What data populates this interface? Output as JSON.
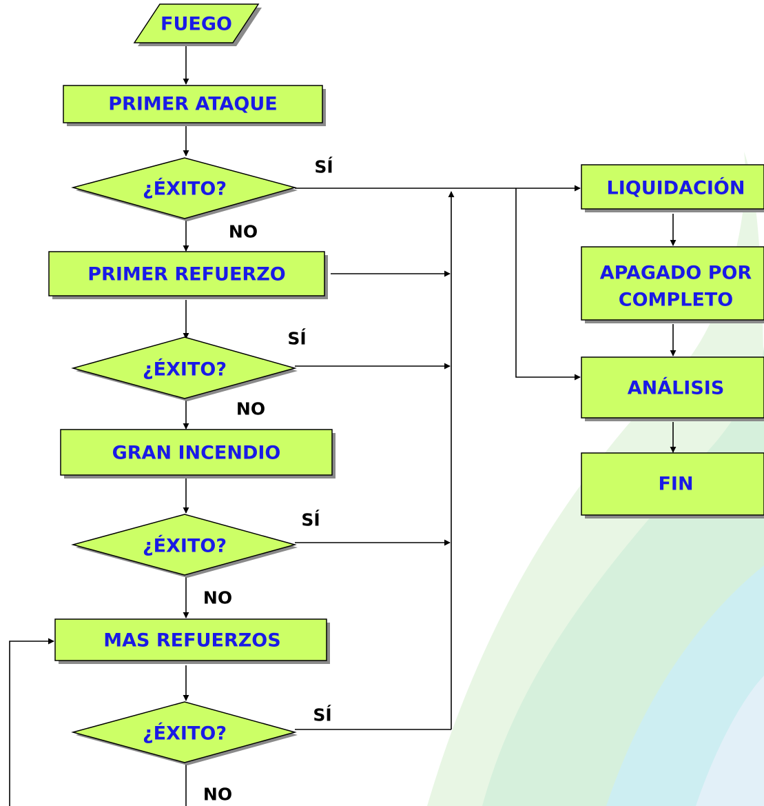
{
  "nodes": {
    "fuego": "FUEGO",
    "primer_ataque": "PRIMER ATAQUE",
    "exito_1": "¿ÉXITO?",
    "primer_refuerzo": "PRIMER REFUERZO",
    "exito_2": "¿ÉXITO?",
    "gran_incendio": "GRAN INCENDIO",
    "exito_3": "¿ÉXITO?",
    "mas_refuerzos": "MAS REFUERZOS",
    "exito_4": "¿ÉXITO?",
    "liquidacion": "LIQUIDACIÓN",
    "apagado_line1": "APAGADO POR",
    "apagado_line2": "COMPLETO",
    "analisis": "ANÁLISIS",
    "fin": "FIN"
  },
  "labels": {
    "si_1": "SÍ",
    "no_1": "NO",
    "si_2": "SÍ",
    "no_2": "NO",
    "si_3": "SÍ",
    "no_3": "NO",
    "si_4": "SÍ",
    "no_4": "NO"
  },
  "colors": {
    "node_fill": "#ccff66",
    "node_text": "#1a1ae6",
    "label_text": "#000000",
    "shadow": "#8a8a8a"
  }
}
